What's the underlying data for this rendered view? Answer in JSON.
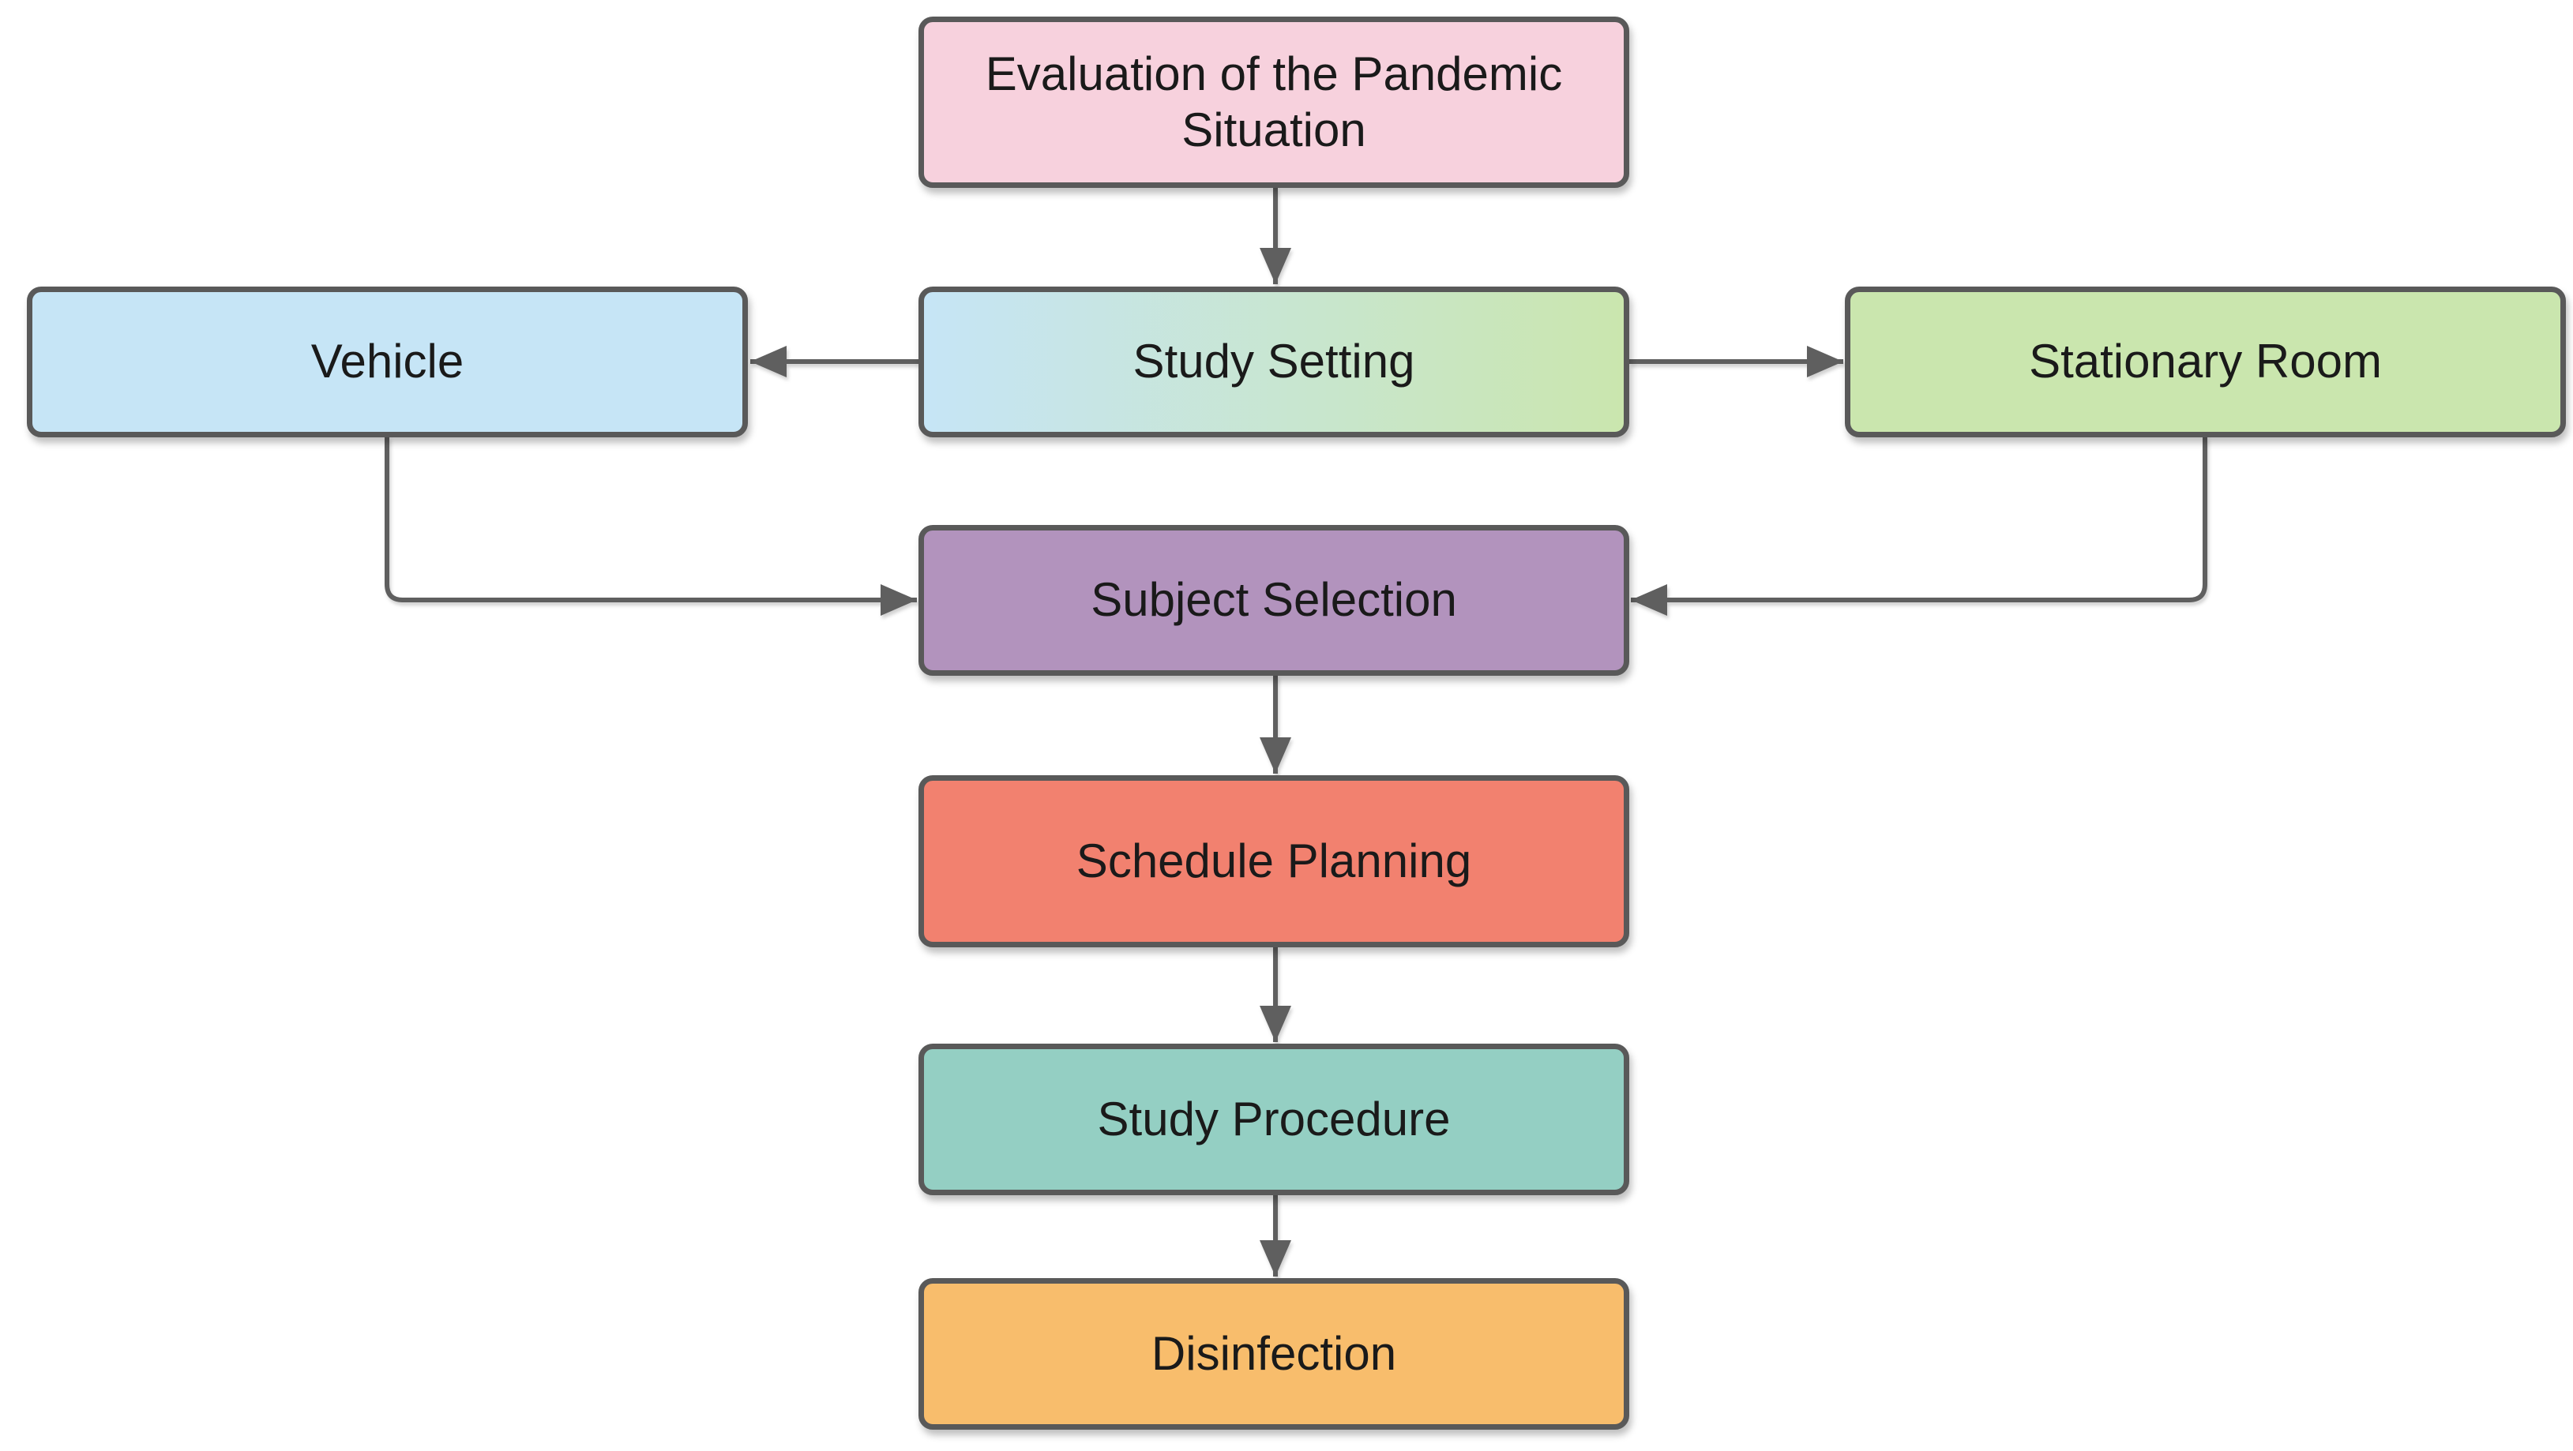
{
  "diagram": {
    "type": "flowchart",
    "colors": {
      "background": "#ffffff",
      "node_border": "#595959",
      "arrow": "#5f5f5f",
      "text": "#1a1a1a"
    },
    "nodes": {
      "evaluation": {
        "label": "Evaluation of the Pandemic\nSituation",
        "fill": "#F7D1DD"
      },
      "study_setting": {
        "label": "Study Setting",
        "fill_from": "#C6E5F6",
        "fill_to": "#CAE6AE"
      },
      "vehicle": {
        "label": "Vehicle",
        "fill": "#C6E5F6"
      },
      "stationary_room": {
        "label": "Stationary Room",
        "fill": "#CAE6AE"
      },
      "subject_selection": {
        "label": "Subject Selection",
        "fill": "#B293BD"
      },
      "schedule_planning": {
        "label": "Schedule Planning",
        "fill": "#F2816F"
      },
      "study_procedure": {
        "label": "Study Procedure",
        "fill": "#94CFC3"
      },
      "disinfection": {
        "label": "Disinfection",
        "fill": "#F8BD6C"
      }
    },
    "edges": [
      {
        "from": "evaluation",
        "to": "study_setting"
      },
      {
        "from": "study_setting",
        "to": "vehicle"
      },
      {
        "from": "study_setting",
        "to": "stationary_room"
      },
      {
        "from": "vehicle",
        "to": "subject_selection"
      },
      {
        "from": "stationary_room",
        "to": "subject_selection"
      },
      {
        "from": "subject_selection",
        "to": "schedule_planning"
      },
      {
        "from": "schedule_planning",
        "to": "study_procedure"
      },
      {
        "from": "study_procedure",
        "to": "disinfection"
      }
    ]
  }
}
